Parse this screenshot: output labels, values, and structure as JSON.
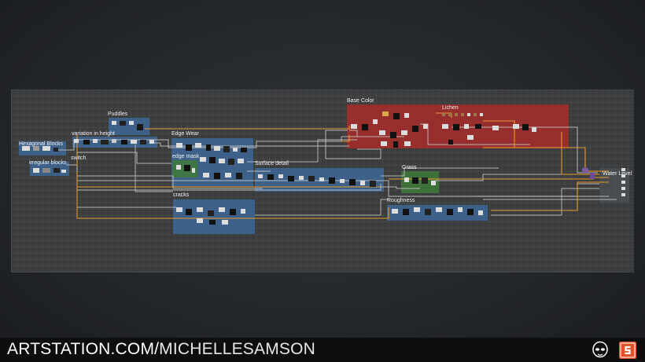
{
  "frames": {
    "hexagonal_blocks": "Hexagonal Blocks",
    "irregular_blocks": "irregular blocks",
    "variation_in_height": "variation in height",
    "switch": "switch",
    "puddles": "Puddles",
    "edge_wear": "Edge Wear",
    "edge_mask": "edge mask",
    "surface_detail": "Surface detail",
    "cracks": "cracks",
    "base_color": "Base Color",
    "lichen": "Lichen",
    "grass": "Grass",
    "roughness": "Roughness",
    "water_level": "Water Level"
  },
  "colors": {
    "blue_frame": "#3d6fa8",
    "red_frame": "#b42a28",
    "green_frame": "#3f7a3a",
    "orange_wire": "#e89a2a",
    "grey_wire": "#c9c9c9",
    "canvas": "#3b3c3d"
  },
  "footer": {
    "url_bold": "ARTSTATION.COM/",
    "url_light": "MICHELLESAMSON"
  },
  "icons": {
    "author_logo": "alien-head-icon",
    "tool_logo": "substance-designer-icon"
  }
}
